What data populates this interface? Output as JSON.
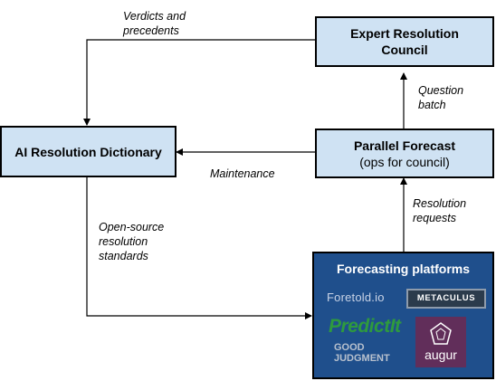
{
  "nodes": {
    "expert_council": {
      "title": "Expert Resolution Council"
    },
    "dictionary": {
      "title": "AI Resolution Dictionary"
    },
    "parallel_forecast": {
      "title": "Parallel Forecast",
      "subtitle": "(ops for council)"
    },
    "platforms": {
      "title": "Forecasting platforms",
      "logos": {
        "foretold": "Foretold.io",
        "metaculus": "METACULUS",
        "predictit": "PredictIt",
        "good_judgment": "GOOD JUDGMENT",
        "augur": "augur"
      }
    }
  },
  "edges": {
    "verdicts": "Verdicts and precedents",
    "question_batch": "Question batch",
    "maintenance": "Maintenance",
    "resolution_requests": "Resolution requests",
    "open_source": "Open-source resolution standards"
  },
  "colors": {
    "box_fill": "#cfe2f3",
    "platforms_fill": "#1f4f8c",
    "line": "#000000"
  }
}
